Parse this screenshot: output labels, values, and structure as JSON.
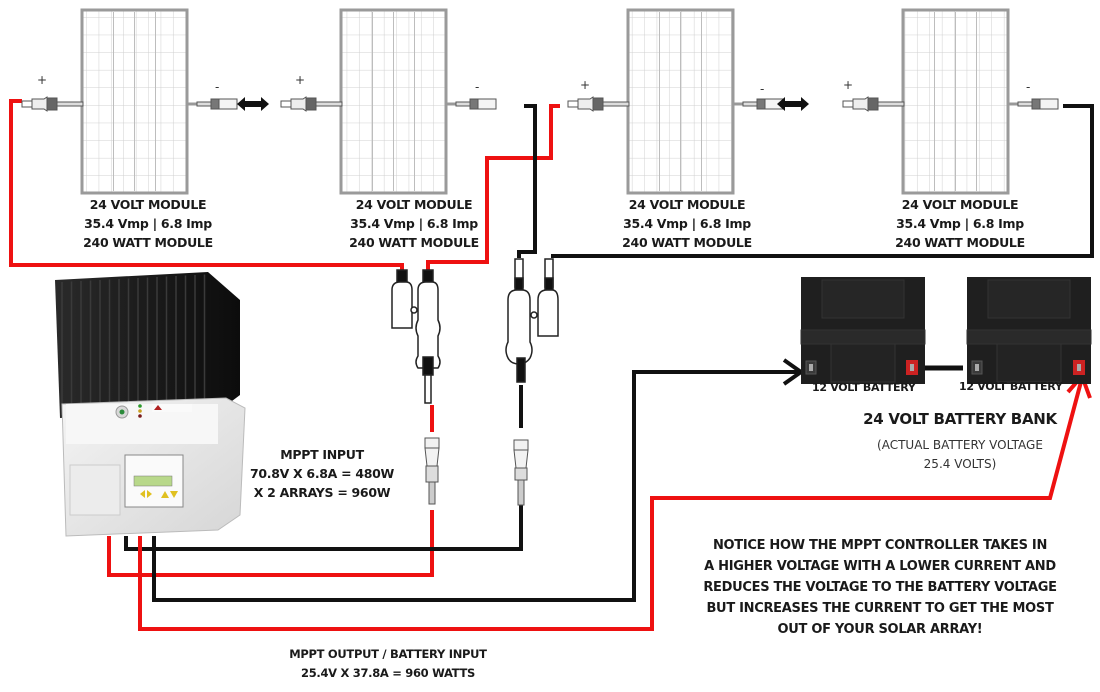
{
  "modules": [
    {
      "type": "24 VOLT MODULE",
      "specs": "35.4 Vmp | 6.8 Imp",
      "rating": "240 WATT MODULE",
      "pos_sign": "+",
      "neg_sign": "-"
    },
    {
      "type": "24 VOLT MODULE",
      "specs": "35.4 Vmp | 6.8 Imp",
      "rating": "240 WATT MODULE",
      "pos_sign": "+",
      "neg_sign": "-"
    },
    {
      "type": "24 VOLT MODULE",
      "specs": "35.4 Vmp | 6.8 Imp",
      "rating": "240 WATT MODULE",
      "pos_sign": "+",
      "neg_sign": "-"
    },
    {
      "type": "24 VOLT MODULE",
      "specs": "35.4 Vmp | 6.8 Imp",
      "rating": "240 WATT MODULE",
      "pos_sign": "+",
      "neg_sign": "-"
    }
  ],
  "batteries": [
    {
      "label": "12 VOLT BATTERY"
    },
    {
      "label": "12 VOLT BATTERY"
    }
  ],
  "battery_bank": {
    "title": "24 VOLT BATTERY BANK",
    "sub_line1": "(ACTUAL BATTERY VOLTAGE",
    "sub_line2": "25.4 VOLTS)"
  },
  "mppt_input": {
    "title": "MPPT INPUT",
    "line1": "70.8V X 6.8A = 480W",
    "line2": "X 2 ARRAYS = 960W"
  },
  "mppt_output": {
    "title": "MPPT OUTPUT / BATTERY INPUT",
    "line1": "25.4V X 37.8A = 960 WATTS"
  },
  "notice": {
    "lines": [
      "NOTICE HOW THE MPPT CONTROLLER TAKES IN",
      "A HIGHER VOLTAGE WITH A LOWER CURRENT AND",
      "REDUCES THE VOLTAGE TO THE BATTERY VOLTAGE",
      "BUT INCREASES THE CURRENT TO GET THE MOST",
      "OUT OF YOUR SOLAR ARRAY!"
    ]
  },
  "colors": {
    "positive_wire": "#ee1111",
    "negative_wire": "#111111",
    "panel_frame": "#9a9a9a",
    "panel_grid": "#cfcfcf",
    "battery_body": "#1e1e1e",
    "battery_pos_terminal": "#cc2222",
    "heatsink": "#141414",
    "controller_body": "#e4e4e4"
  },
  "icons": {
    "series_connection": "double-headed-arrow",
    "battery_terminal_arrow": "arrow-right"
  }
}
